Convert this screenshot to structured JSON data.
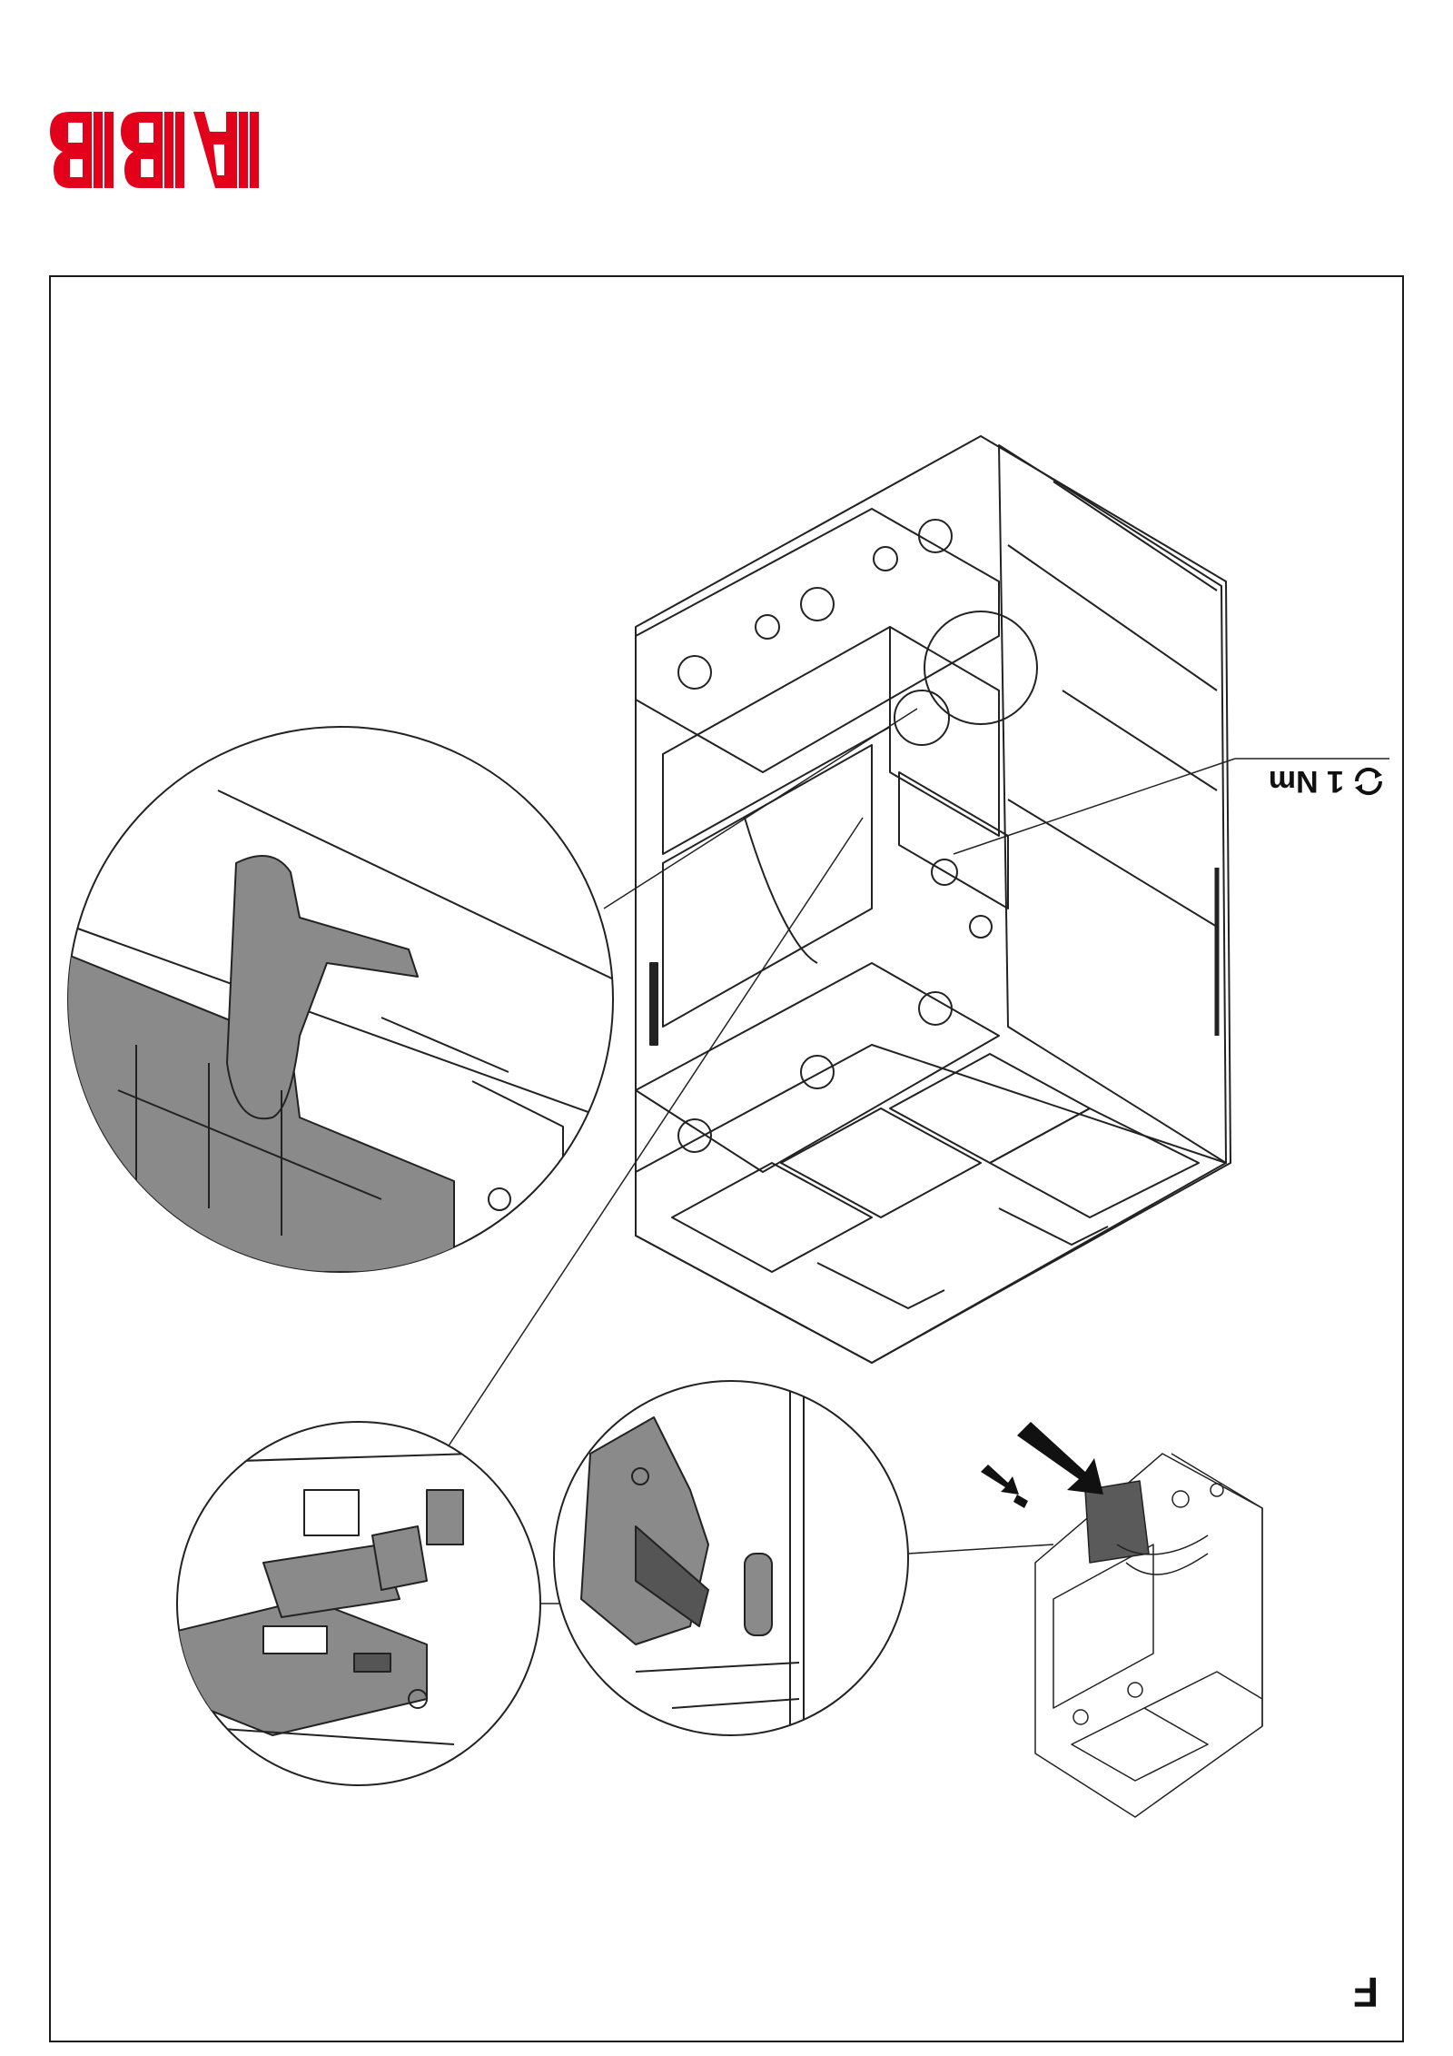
{
  "brand": {
    "name": "ABB",
    "color": "#e2001a"
  },
  "torque": {
    "value": "1 Nm",
    "icon": "rotate-arrows-icon"
  },
  "figure": {
    "label": "F"
  },
  "callouts": {
    "zoom_top_left": "magnifier-circle-clip",
    "zoom_bottom_left": "magnifier-circle-latch",
    "zoom_bottom_center": "magnifier-circle-lever",
    "small_view": "breaker-assembly-small",
    "main_view": "breaker-assembly-main"
  }
}
